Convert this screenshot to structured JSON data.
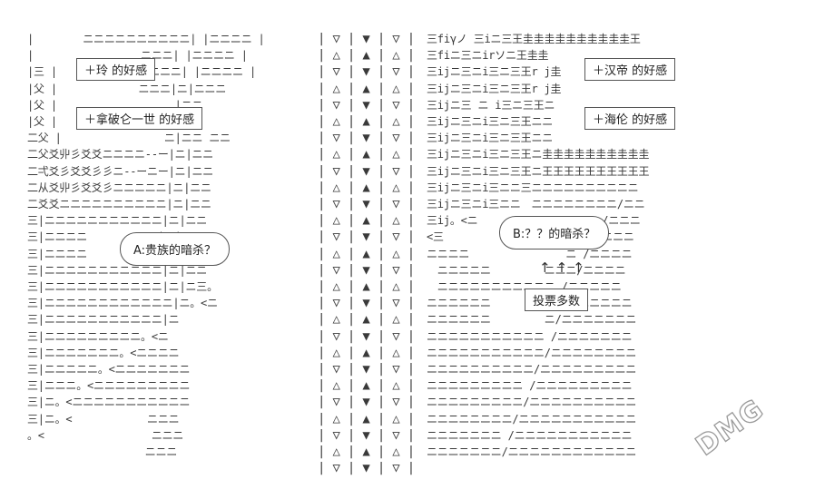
{
  "labels": {
    "ling": "＋玲 的好感",
    "nopochangshi": "＋拿破仑一世 的好感",
    "handi": "＋汉帝 的好感",
    "hailun": "＋海伦 的好感"
  },
  "bubbles": {
    "a": "A:贵族的暗杀？",
    "b": "B:？？的暗杀？"
  },
  "arrows": "↑↑↑",
  "vote": "投票多数",
  "watermark": "DMG"
}
